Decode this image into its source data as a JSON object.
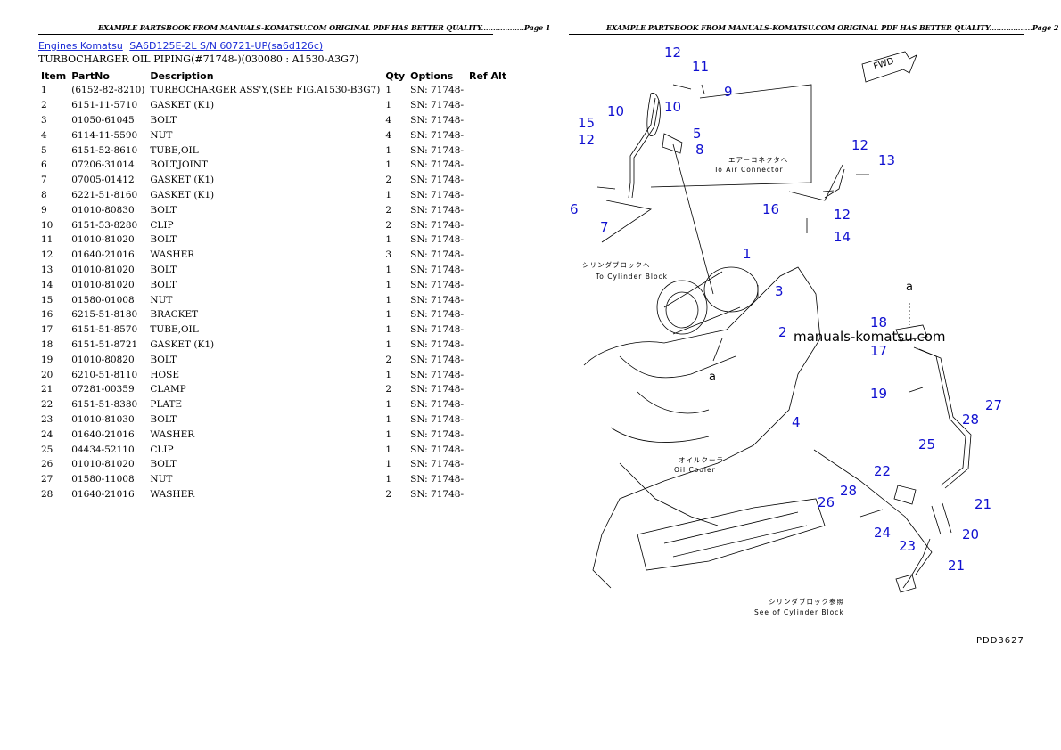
{
  "page1": {
    "header": "EXAMPLE PARTSBOOK FROM MANUALS-KOMATSU.COM ORIGINAL PDF HAS BETTER QUALITY..................Page 1",
    "breadcrumb": [
      "Engines Komatsu",
      "SA6D125E-2L S/N 60721-UP(sa6d126c)"
    ],
    "subtitle": "TURBOCHARGER OIL PIPING(#71748-)(030080 : A1530-A3G7)",
    "columns": [
      "Item",
      "PartNo",
      "Description",
      "Qty",
      "Options",
      "Ref Alt"
    ],
    "rows": [
      [
        "1",
        "(6152-82-8210)",
        "TURBOCHARGER ASS'Y,(SEE FIG.A1530-B3G7)",
        "1",
        "SN: 71748-",
        ""
      ],
      [
        "2",
        "6151-11-5710",
        "GASKET (K1)",
        "1",
        "SN: 71748-",
        ""
      ],
      [
        "3",
        "01050-61045",
        "BOLT",
        "4",
        "SN: 71748-",
        ""
      ],
      [
        "4",
        "6114-11-5590",
        "NUT",
        "4",
        "SN: 71748-",
        ""
      ],
      [
        "5",
        "6151-52-8610",
        "TUBE,OIL",
        "1",
        "SN: 71748-",
        ""
      ],
      [
        "6",
        "07206-31014",
        "BOLT,JOINT",
        "1",
        "SN: 71748-",
        ""
      ],
      [
        "7",
        "07005-01412",
        "GASKET (K1)",
        "2",
        "SN: 71748-",
        ""
      ],
      [
        "8",
        "6221-51-8160",
        "GASKET (K1)",
        "1",
        "SN: 71748-",
        ""
      ],
      [
        "9",
        "01010-80830",
        "BOLT",
        "2",
        "SN: 71748-",
        ""
      ],
      [
        "10",
        "6151-53-8280",
        "CLIP",
        "2",
        "SN: 71748-",
        ""
      ],
      [
        "11",
        "01010-81020",
        "BOLT",
        "1",
        "SN: 71748-",
        ""
      ],
      [
        "12",
        "01640-21016",
        "WASHER",
        "3",
        "SN: 71748-",
        ""
      ],
      [
        "13",
        "01010-81020",
        "BOLT",
        "1",
        "SN: 71748-",
        ""
      ],
      [
        "14",
        "01010-81020",
        "BOLT",
        "1",
        "SN: 71748-",
        ""
      ],
      [
        "15",
        "01580-01008",
        "NUT",
        "1",
        "SN: 71748-",
        ""
      ],
      [
        "16",
        "6215-51-8180",
        "BRACKET",
        "1",
        "SN: 71748-",
        ""
      ],
      [
        "17",
        "6151-51-8570",
        "TUBE,OIL",
        "1",
        "SN: 71748-",
        ""
      ],
      [
        "18",
        "6151-51-8721",
        "GASKET (K1)",
        "1",
        "SN: 71748-",
        ""
      ],
      [
        "19",
        "01010-80820",
        "BOLT",
        "2",
        "SN: 71748-",
        ""
      ],
      [
        "20",
        "6210-51-8110",
        "HOSE",
        "1",
        "SN: 71748-",
        ""
      ],
      [
        "21",
        "07281-00359",
        "CLAMP",
        "2",
        "SN: 71748-",
        ""
      ],
      [
        "22",
        "6151-51-8380",
        "PLATE",
        "1",
        "SN: 71748-",
        ""
      ],
      [
        "23",
        "01010-81030",
        "BOLT",
        "1",
        "SN: 71748-",
        ""
      ],
      [
        "24",
        "01640-21016",
        "WASHER",
        "1",
        "SN: 71748-",
        ""
      ],
      [
        "25",
        "04434-52110",
        "CLIP",
        "1",
        "SN: 71748-",
        ""
      ],
      [
        "26",
        "01010-81020",
        "BOLT",
        "1",
        "SN: 71748-",
        ""
      ],
      [
        "27",
        "01580-11008",
        "NUT",
        "1",
        "SN: 71748-",
        ""
      ],
      [
        "28",
        "01640-21016",
        "WASHER",
        "2",
        "SN: 71748-",
        ""
      ]
    ]
  },
  "page2": {
    "header": "EXAMPLE PARTSBOOK FROM MANUALS-KOMATSU.COM ORIGINAL PDF HAS BETTER QUALITY..................Page 2",
    "watermark": "manuals-komatsu.com",
    "fwd_label": "FWD",
    "drawing_code": "PDD3627",
    "annotations": {
      "air_connector_jp": "エアーコネクタへ",
      "air_connector_en": "To Air Connector",
      "cyl_block_jp": "シリンダブロックへ",
      "cyl_block_en": "To Cylinder Block",
      "oil_cooler_jp": "オイルクーラ",
      "oil_cooler_en": "Oil Cooler",
      "see_block_jp": "シリンダブロック参照",
      "see_block_en": "See of Cylinder Block",
      "ref_a": "a"
    },
    "callouts": [
      "12",
      "11",
      "9",
      "10",
      "15",
      "12",
      "10",
      "5",
      "8",
      "12",
      "13",
      "6",
      "16",
      "7",
      "12",
      "14",
      "1",
      "3",
      "2",
      "4",
      "18",
      "17",
      "19",
      "27",
      "28",
      "25",
      "22",
      "28",
      "26",
      "21",
      "24",
      "23",
      "20",
      "21"
    ]
  },
  "colors": {
    "link": "#1a2bd6",
    "callout": "#1010d0",
    "ink": "#000000"
  }
}
